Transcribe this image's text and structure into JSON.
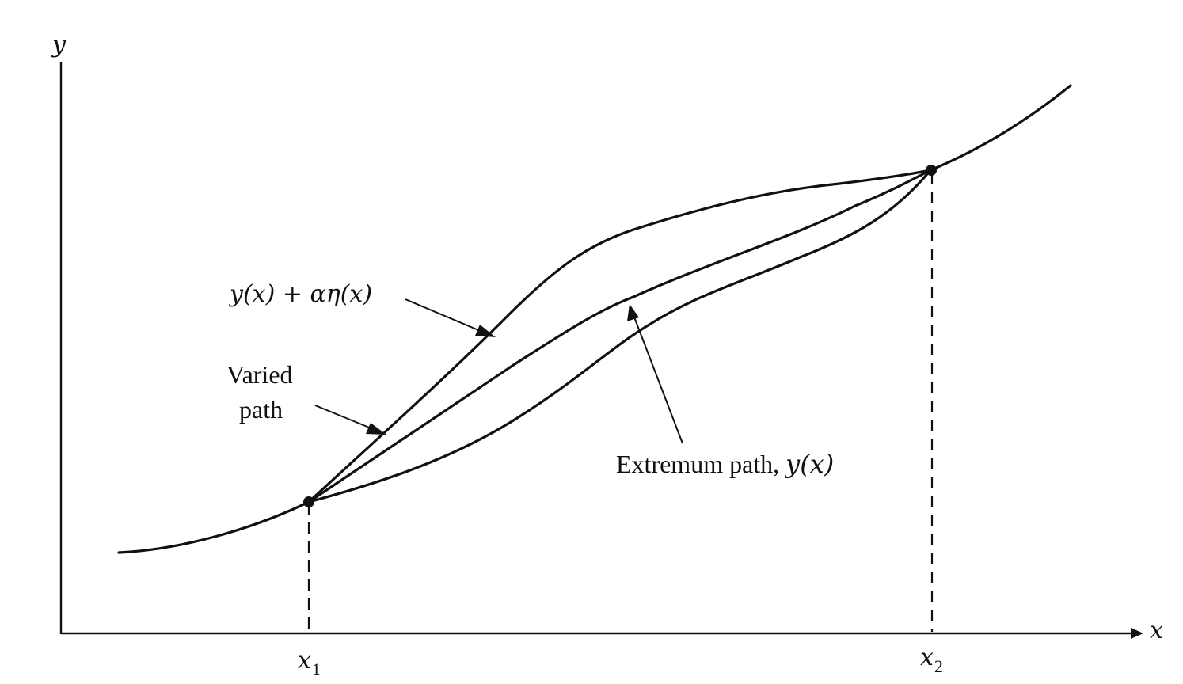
{
  "axes": {
    "x_label": "x",
    "y_label": "y"
  },
  "ticks": [
    {
      "base": "x",
      "sub": "1"
    },
    {
      "base": "x",
      "sub": "2"
    }
  ],
  "labels": {
    "varied_path_formula": "y(x) + αη(x)",
    "varied_path_line1": "Varied",
    "varied_path_line2": "path",
    "extremum_prefix": "Extremum path, ",
    "extremum_formula": "y(x)"
  },
  "colors": {
    "ink": "#111111",
    "background": "#ffffff"
  }
}
